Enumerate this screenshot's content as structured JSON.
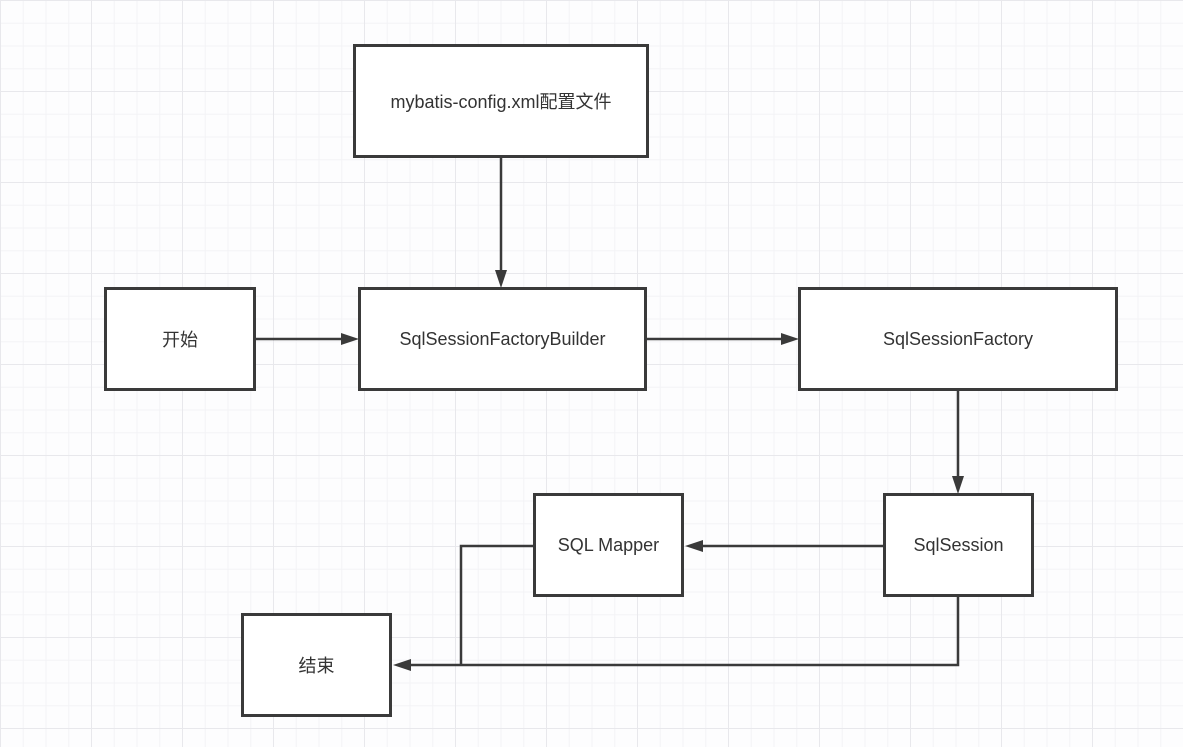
{
  "diagram": {
    "nodes": {
      "config": {
        "label": "mybatis-config.xml配置文件"
      },
      "start": {
        "label": "开始"
      },
      "builder": {
        "label": "SqlSessionFactoryBuilder"
      },
      "factory": {
        "label": "SqlSessionFactory"
      },
      "session": {
        "label": "SqlSession"
      },
      "mapper": {
        "label": "SQL Mapper"
      },
      "end": {
        "label": "结束"
      }
    },
    "edges": [
      {
        "from": "config",
        "to": "builder"
      },
      {
        "from": "start",
        "to": "builder"
      },
      {
        "from": "builder",
        "to": "factory"
      },
      {
        "from": "factory",
        "to": "session"
      },
      {
        "from": "session",
        "to": "mapper"
      },
      {
        "from": "mapper",
        "to": "end"
      },
      {
        "from": "session",
        "to": "end"
      }
    ],
    "colors": {
      "node_border": "#3a3a3a",
      "node_fill": "#ffffff",
      "connector": "#3a3a3a",
      "text": "#333333",
      "grid_minor": "#f3f3f6",
      "grid_major": "#e8e8ec"
    }
  }
}
